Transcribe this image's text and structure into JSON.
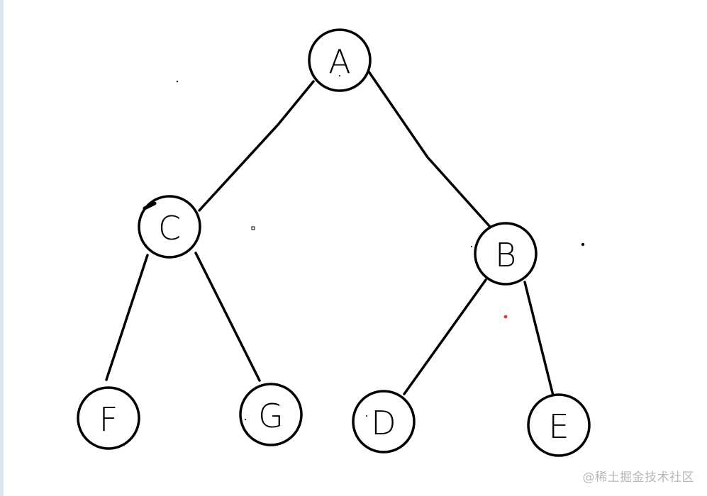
{
  "diagram": {
    "type": "binary-tree",
    "nodes": [
      {
        "id": "A",
        "label": "A"
      },
      {
        "id": "C",
        "label": "C"
      },
      {
        "id": "B",
        "label": "B"
      },
      {
        "id": "F",
        "label": "F"
      },
      {
        "id": "G",
        "label": "G"
      },
      {
        "id": "D",
        "label": "D"
      },
      {
        "id": "E",
        "label": "E"
      }
    ],
    "edges": [
      {
        "from": "A",
        "to": "C"
      },
      {
        "from": "A",
        "to": "B"
      },
      {
        "from": "C",
        "to": "F"
      },
      {
        "from": "C",
        "to": "G"
      },
      {
        "from": "B",
        "to": "D"
      },
      {
        "from": "B",
        "to": "E"
      }
    ],
    "colors": {
      "stroke": "#000000",
      "background": "#ffffff",
      "watermark": "#b8b8b8"
    }
  },
  "watermark": {
    "text": "@稀土掘金技术社区"
  }
}
